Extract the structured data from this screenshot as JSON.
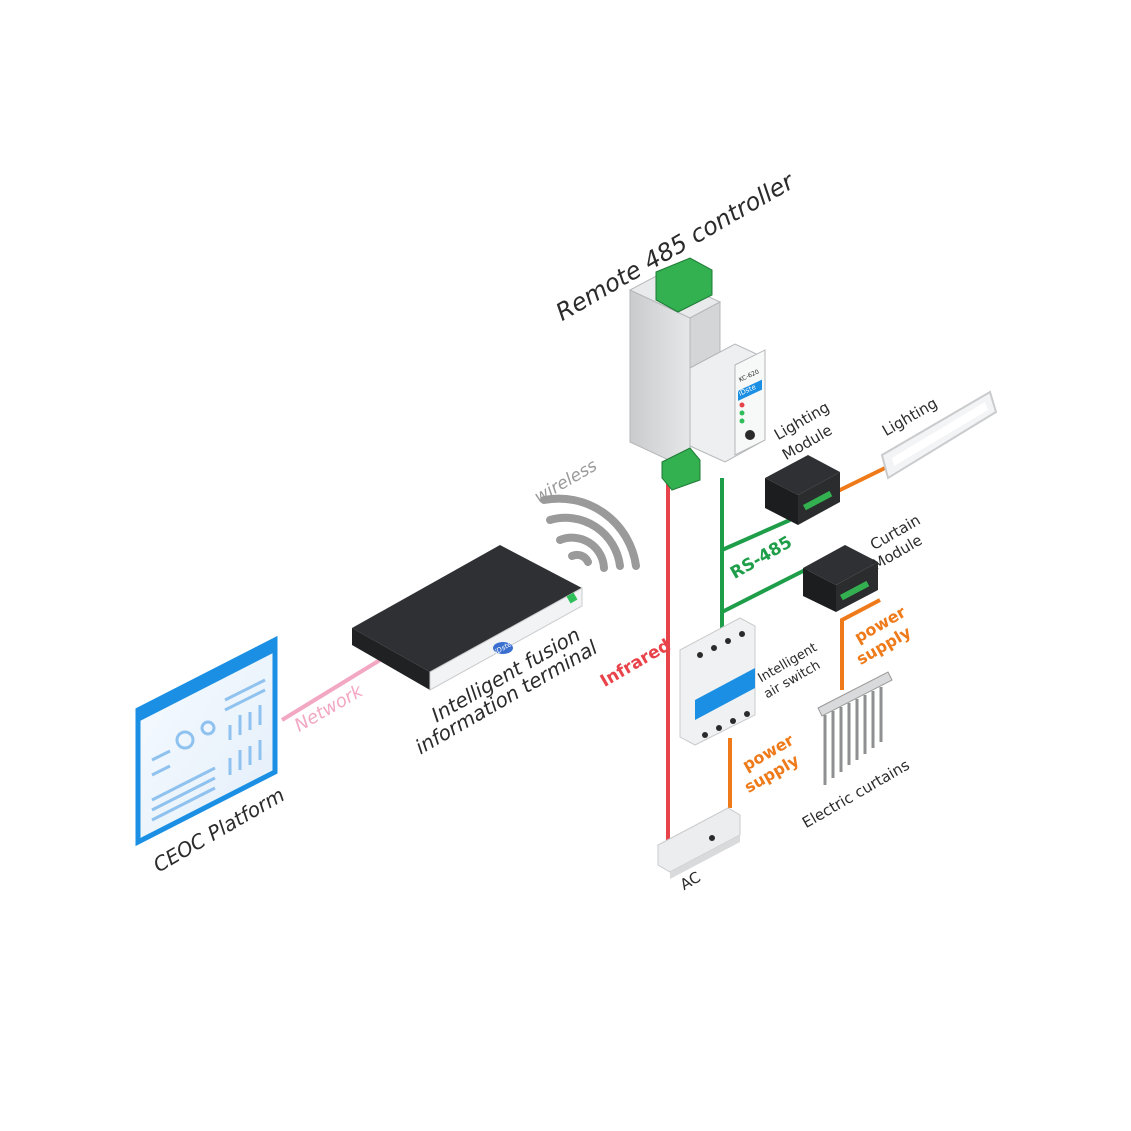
{
  "labels": {
    "controller": "Remote 485 controller",
    "wireless": "wireless",
    "terminal_line1": "Intelligent fusion",
    "terminal_line2": "information terminal",
    "network": "Network",
    "platform": "CEOC Platform",
    "infrared": "Infrared",
    "rs485": "RS-485",
    "lighting_module_line1": "Lighting",
    "lighting_module_line2": "Module",
    "lighting": "Lighting",
    "curtain_module_line1": "Curtain",
    "curtain_module_line2": "Module",
    "power_supply_top_line1": "power",
    "power_supply_top_line2": "supply",
    "air_switch_line1": "Intelligent",
    "air_switch_line2": "air switch",
    "power_supply_bottom_line1": "power",
    "power_supply_bottom_line2": "supply",
    "curtains": "Electric curtains",
    "ac": "AC"
  },
  "device_text": {
    "controller_model": "KC-620",
    "controller_brand": "iDste",
    "terminal_logo": "iDste"
  },
  "colors": {
    "infrared": "#e8434a",
    "rs485": "#1f9e4a",
    "power": "#ee7a1a",
    "network": "#f2a7c2",
    "wireless": "#9a9a9a",
    "platform_accent": "#1a8fe3",
    "terminal_connector": "#2fbf5a"
  }
}
